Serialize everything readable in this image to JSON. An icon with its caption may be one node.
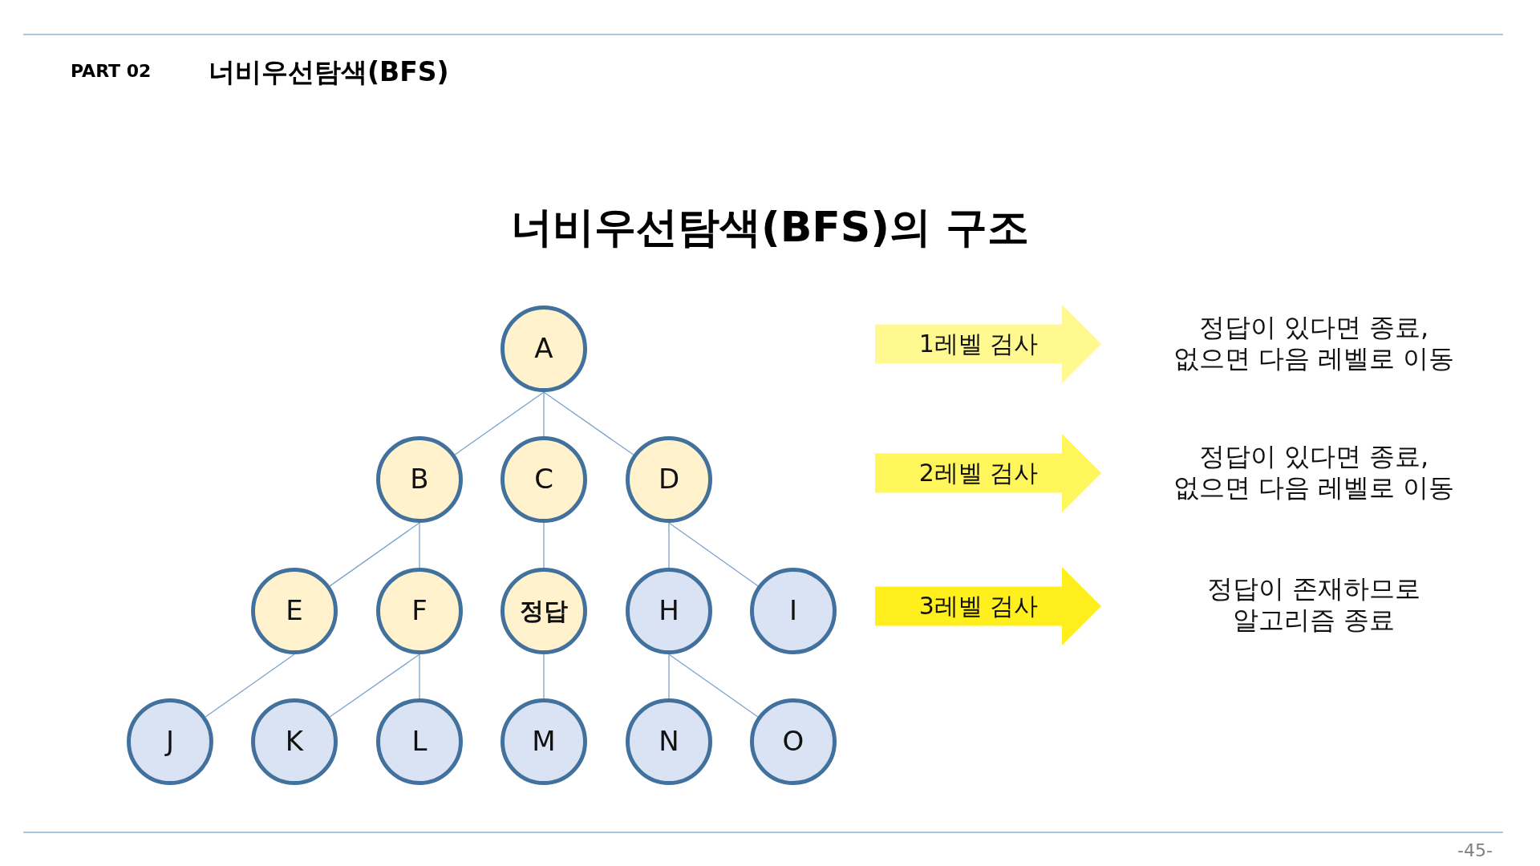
{
  "diagram": {
    "title": "너비우선탐색(BFS)의 구조",
    "nodes": [
      {
        "text": [
          "A"
        ]
      },
      {
        "text": [
          "B"
        ]
      },
      {
        "text": [
          "C"
        ]
      },
      {
        "text": [
          "D"
        ]
      },
      {
        "text": [
          "E"
        ]
      },
      {
        "text": [
          "F"
        ]
      },
      {
        "text": [
          "정답"
        ]
      },
      {
        "text": [
          "H"
        ]
      },
      {
        "text": [
          "I"
        ]
      },
      {
        "text": [
          "J"
        ]
      },
      {
        "text": [
          "K"
        ]
      },
      {
        "text": [
          "L"
        ]
      },
      {
        "text": [
          "M"
        ]
      },
      {
        "text": [
          "N"
        ]
      },
      {
        "text": [
          "O"
        ]
      },
      {
        "text": [
          "1레벨 검사"
        ]
      },
      {
        "text": [
          "2레벨 검사"
        ]
      },
      {
        "text": [
          "3레벨 검사"
        ]
      }
    ],
    "edges": [
      {
        "from": 0,
        "to": 1,
        "arrow": "none"
      },
      {
        "from": 0,
        "to": 2,
        "arrow": "none"
      },
      {
        "from": 0,
        "to": 3,
        "arrow": "none"
      },
      {
        "from": 1,
        "to": 4,
        "arrow": "none"
      },
      {
        "from": 1,
        "to": 5,
        "arrow": "none"
      },
      {
        "from": 2,
        "to": 6,
        "arrow": "none"
      },
      {
        "from": 3,
        "to": 7,
        "arrow": "none"
      },
      {
        "from": 3,
        "to": 8,
        "arrow": "none"
      },
      {
        "from": 4,
        "to": 9,
        "arrow": "none"
      },
      {
        "from": 5,
        "to": 10,
        "arrow": "none"
      },
      {
        "from": 5,
        "to": 11,
        "arrow": "none"
      },
      {
        "from": 6,
        "to": 12,
        "arrow": "none"
      },
      {
        "from": 7,
        "to": 13,
        "arrow": "none"
      },
      {
        "from": 7,
        "to": 14,
        "arrow": "none"
      }
    ],
    "labels": [
      "PART 02",
      "너비우선탐색(BFS)",
      "정답이 있다면 종료, 없으면 다음 레벨로 이동",
      "정답이 있다면 종료, 없으면 다음 레벨로 이동",
      "정답이 존재하므로 알고리즘 종료",
      "-45-"
    ]
  }
}
